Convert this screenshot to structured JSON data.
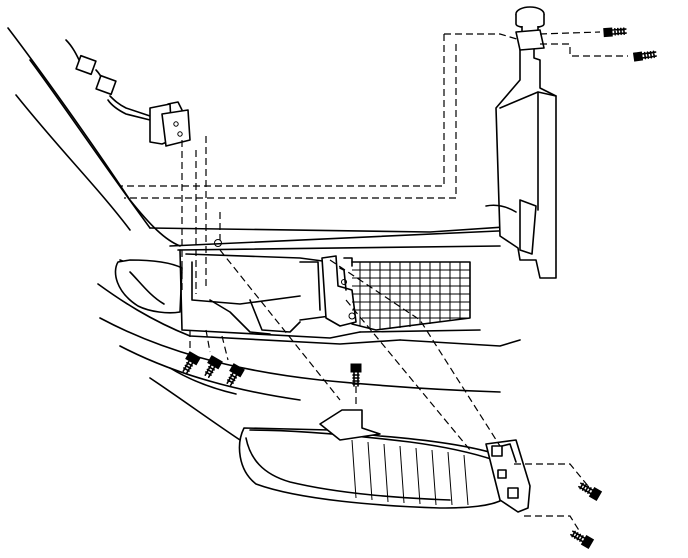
{
  "diagram": {
    "kind": "exploded-parts-illustration",
    "parts": [
      "washer-reservoir",
      "reservoir-cap",
      "wiring-connector",
      "headlamp-housing",
      "grille",
      "front-bumper",
      "side-marker-lamp",
      "mounting-bolt"
    ],
    "callouts": []
  }
}
